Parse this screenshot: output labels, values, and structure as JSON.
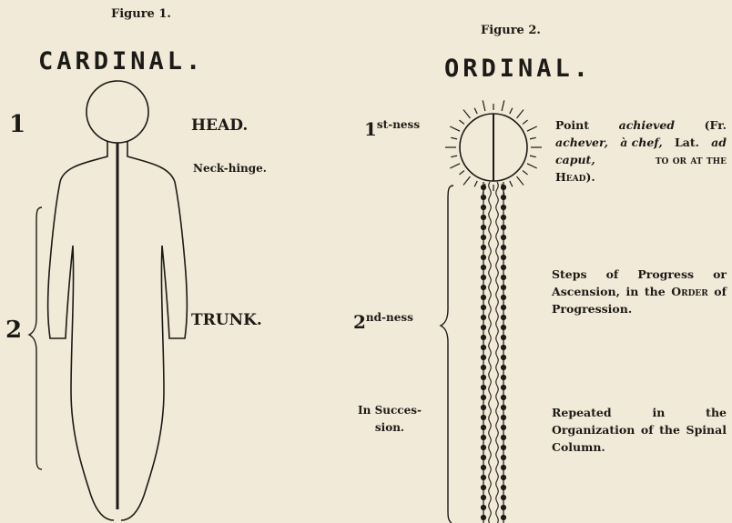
{
  "figure1": {
    "caption": "Figure 1.",
    "heading": "CARDINAL.",
    "num_1": "1",
    "num_2": "2",
    "head_label": "HEAD.",
    "neck_label": "Neck-hinge.",
    "trunk_label": "TRUNK."
  },
  "figure2": {
    "caption": "Figure 2.",
    "heading": "ORDINAL.",
    "first_num": "1",
    "first_suffix": "st-ness",
    "second_num": "2",
    "second_suffix": "nd-ness",
    "succession": "In Succes- sion.",
    "note1": {
      "line1_a": "Point",
      "line1_b": "achieved",
      "line1_c": "(Fr.",
      "line2_a": "achever,",
      "line2_b": "à chef,",
      "line2_c": "Lat.",
      "line2_d": "ad",
      "line3_a": "caput,",
      "line3_b": "to or at the",
      "line4": "Head)."
    },
    "note2": {
      "text_a": "Steps of Progress or Ascension, in the",
      "order_word": "Order",
      "text_b": "of Progression."
    },
    "note3": "Repeated in the Organization of the Spinal Column."
  }
}
